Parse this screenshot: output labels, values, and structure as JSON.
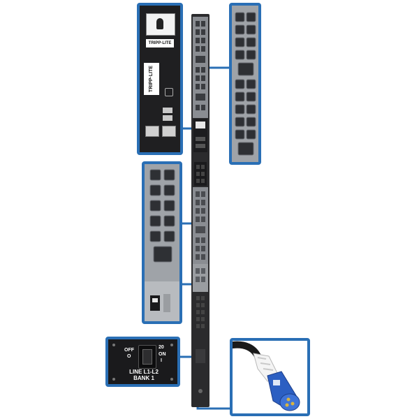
{
  "brand": {
    "logo_text": "TRIPP·LITE"
  },
  "breaker_panel": {
    "off_label": "OFF",
    "off_symbol": "O",
    "rating": "20",
    "on_label": "ON",
    "on_symbol": "I",
    "line_label": "LINE L1-L2",
    "bank_label": "BANK 1"
  },
  "colors": {
    "accent_frame": "#2a6fb5",
    "pdu_body": "#2b2b2d",
    "plug_blue": "#2c5fc2"
  },
  "icons": {
    "touch_display": "touch-screen-icon",
    "usb": "usb-icon",
    "network": "ethernet-port-icon"
  }
}
